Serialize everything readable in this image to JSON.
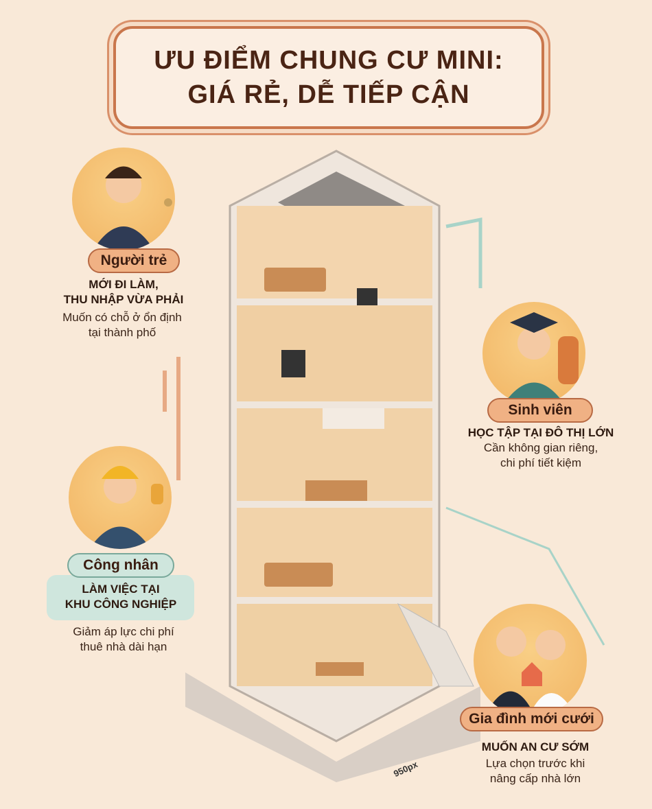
{
  "title": {
    "line1": "ƯU ĐIỂM CHUNG CƯ MINI:",
    "line2": "GIÁ RẺ, DỄ TIẾP CẬN"
  },
  "personas": [
    {
      "label": "Người trẻ",
      "heading_lines": [
        "MỚI ĐI LÀM,",
        "THU NHẬP VỪA PHẢI"
      ],
      "desc_lines": [
        "Muốn có chỗ ở ổn định",
        "tại thành phố"
      ]
    },
    {
      "label": "Sinh viên",
      "heading_lines": [
        "HỌC TẬP TẠI ĐÔ THỊ LỚN"
      ],
      "desc_lines": [
        "Cần không gian riêng,",
        "chi phí tiết kiệm"
      ]
    },
    {
      "label": "Công nhân",
      "heading_lines": [
        "LÀM VIỆC TẠI",
        "KHU CÔNG NGHIỆP"
      ],
      "desc_lines": [
        "Giảm áp lực chi phí",
        "thuê nhà dài hạn"
      ]
    },
    {
      "label": "Gia đình mới cưới",
      "heading_lines": [
        "MUỐN AN CƯ SỚM"
      ],
      "desc_lines": [
        "Lựa chọn trước khi",
        "nâng cấp nhà lớn"
      ]
    }
  ],
  "building_label": "950px",
  "colors": {
    "background": "#f9e9d8",
    "accent_orange": "#f0b184",
    "accent_teal": "#cfe6dd",
    "text": "#3a2418"
  }
}
